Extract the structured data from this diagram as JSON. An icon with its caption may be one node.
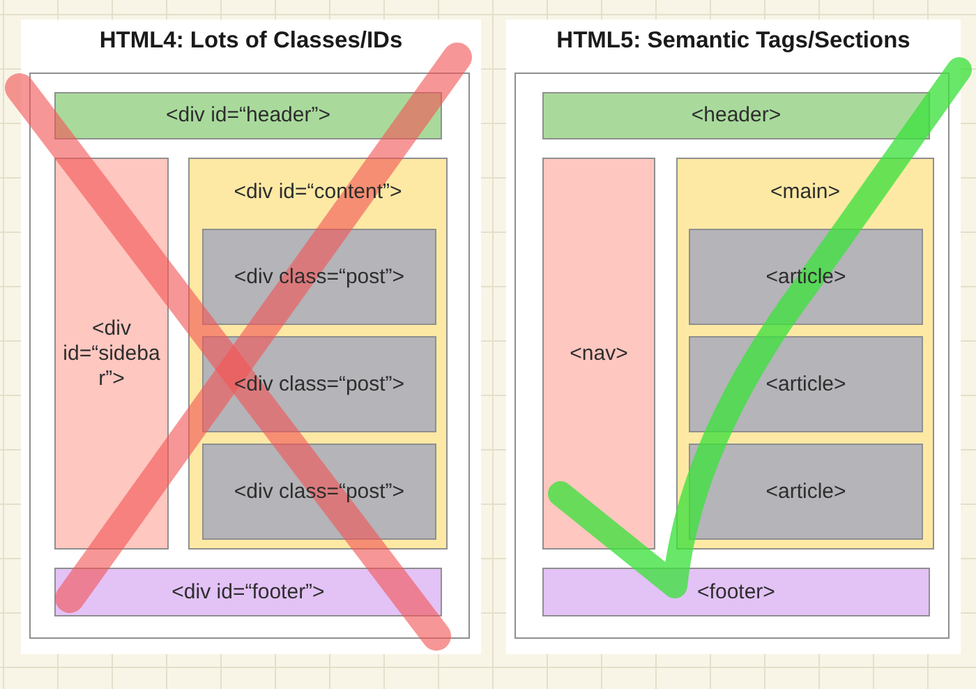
{
  "diagram": {
    "nodes": [
      {
        "text": [
          "HTML4: Lots of Classes/IDs"
        ]
      },
      {
        "text": [
          "<div id=“header”>"
        ],
        "in": 0
      },
      {
        "text": [
          "<div id=“sidebar”>"
        ],
        "in": 0
      },
      {
        "text": [
          "<div id=“content”>"
        ],
        "in": 0
      },
      {
        "text": [
          "<div class=“post”>"
        ],
        "in": 3
      },
      {
        "text": [
          "<div class=“post”>"
        ],
        "in": 3
      },
      {
        "text": [
          "<div class=“post”>"
        ],
        "in": 3
      },
      {
        "text": [
          "<div id=“footer”>"
        ],
        "in": 0
      },
      {
        "text": [
          "HTML5: Semantic Tags/Sections"
        ]
      },
      {
        "text": [
          "<header>"
        ],
        "in": 8
      },
      {
        "text": [
          "<nav>"
        ],
        "in": 8
      },
      {
        "text": [
          "<main>"
        ],
        "in": 8
      },
      {
        "text": [
          "<article>"
        ],
        "in": 11
      },
      {
        "text": [
          "<article>"
        ],
        "in": 11
      },
      {
        "text": [
          "<article>"
        ],
        "in": 11
      },
      {
        "text": [
          "<footer>"
        ],
        "in": 8
      }
    ]
  }
}
